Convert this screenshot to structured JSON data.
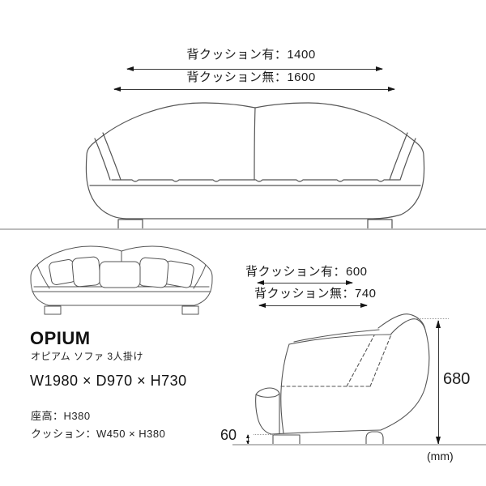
{
  "colors": {
    "background": "#ffffff",
    "drawing_line": "#555555",
    "dimension_line": "#3a3a3a",
    "ground_line": "#bcbcbc",
    "text": "#1a1a1a"
  },
  "front_view": {
    "label_with_back_cushion": "背クッション有：1400",
    "label_without_back_cushion": "背クッション無：1600"
  },
  "side_view": {
    "label_with_back_cushion": "背クッション有：600",
    "label_without_back_cushion": "背クッション無：740",
    "overall_height": "680",
    "leg_clearance": "60",
    "unit_note": "(mm)"
  },
  "product_info": {
    "name": "OPIUM",
    "description_jp": "オピアム ソファ 3人掛け",
    "overall_size": "W1980 × D970 × H730",
    "seat_height": "座高：H380",
    "cushion_size": "クッション：W450 × H380"
  }
}
